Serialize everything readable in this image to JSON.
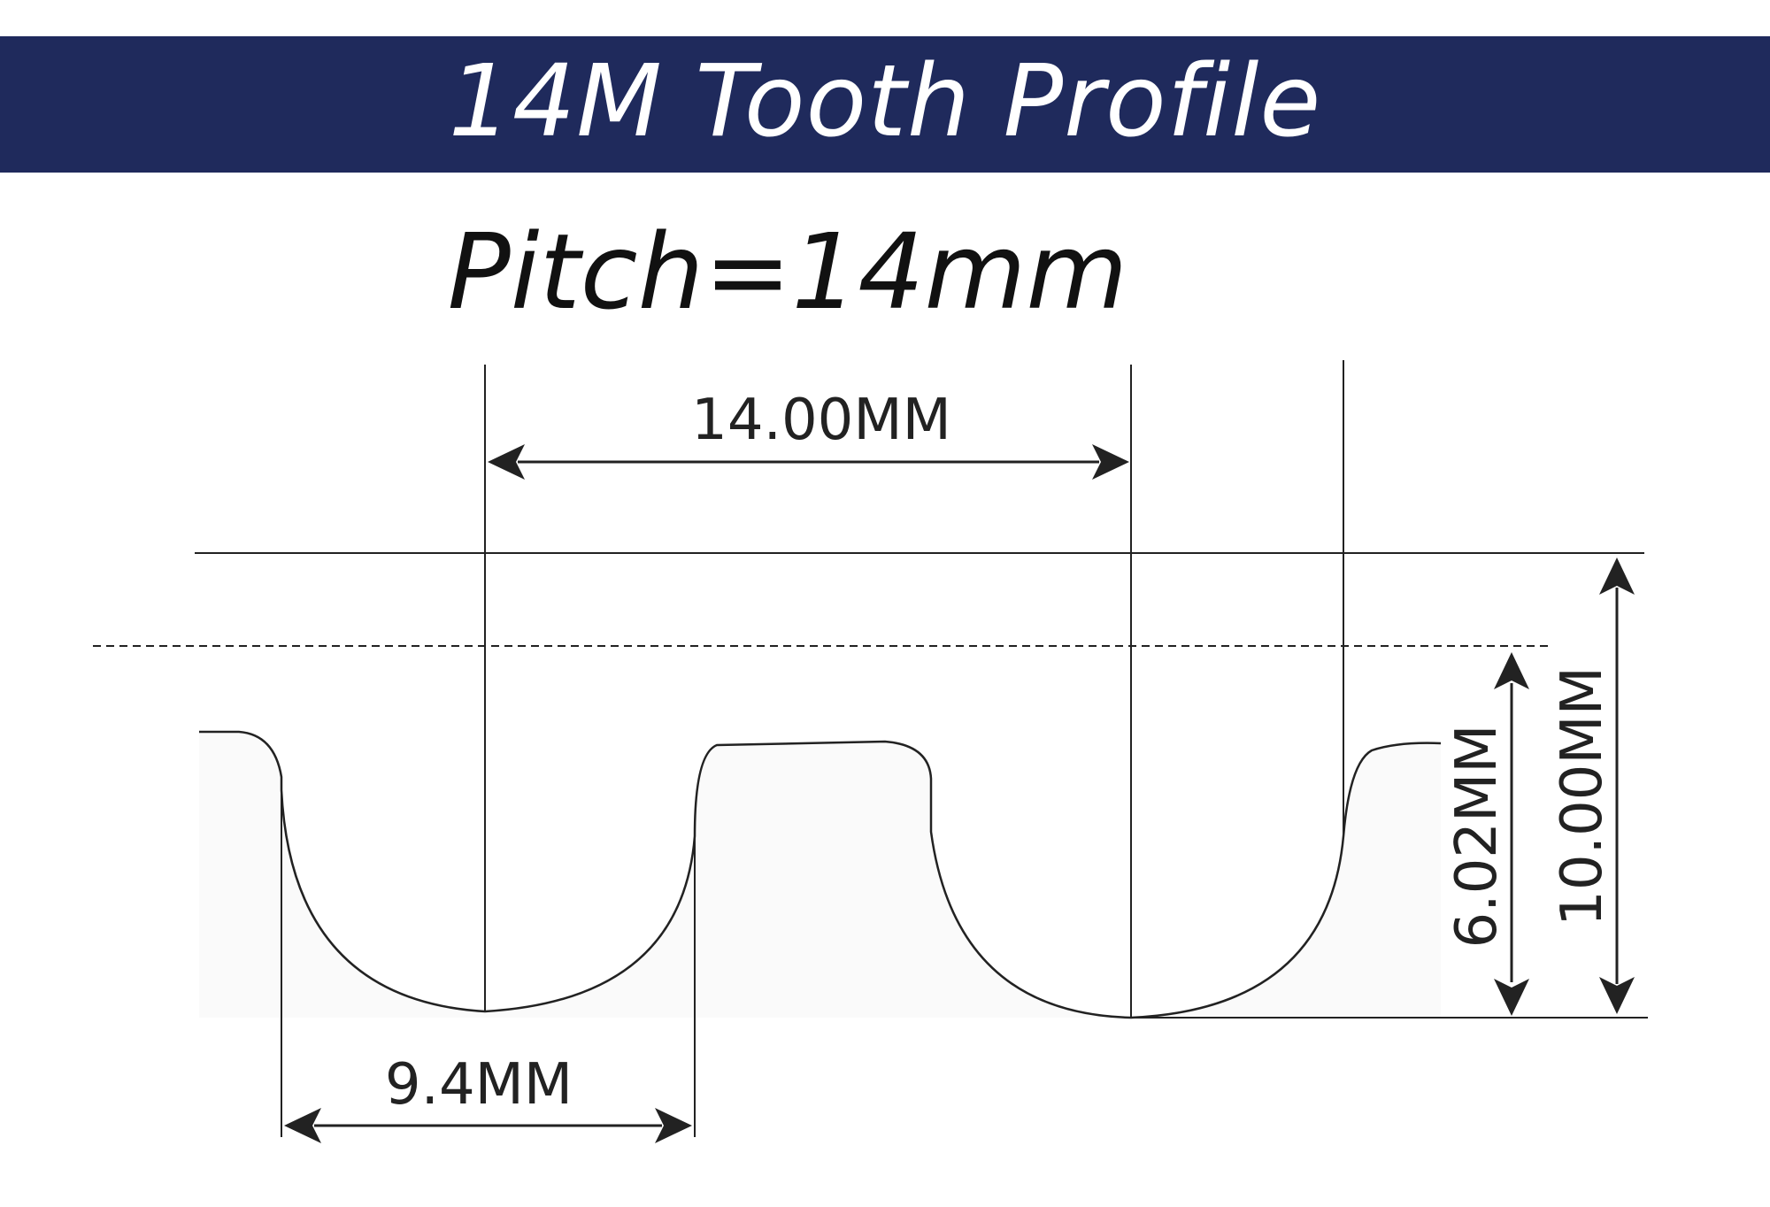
{
  "banner": {
    "title": "14M Tooth Profile",
    "background_color": "#1f2a5c",
    "text_color": "#ffffff"
  },
  "subtitle": "Pitch=14mm",
  "dimensions": {
    "pitch_label": "14.00MM",
    "tooth_width_label": "9.4MM",
    "tooth_height_label": "6.02MM",
    "total_height_label": "10.00MM"
  },
  "colors": {
    "line": "#222222",
    "profile_fill": "#fafafa"
  }
}
